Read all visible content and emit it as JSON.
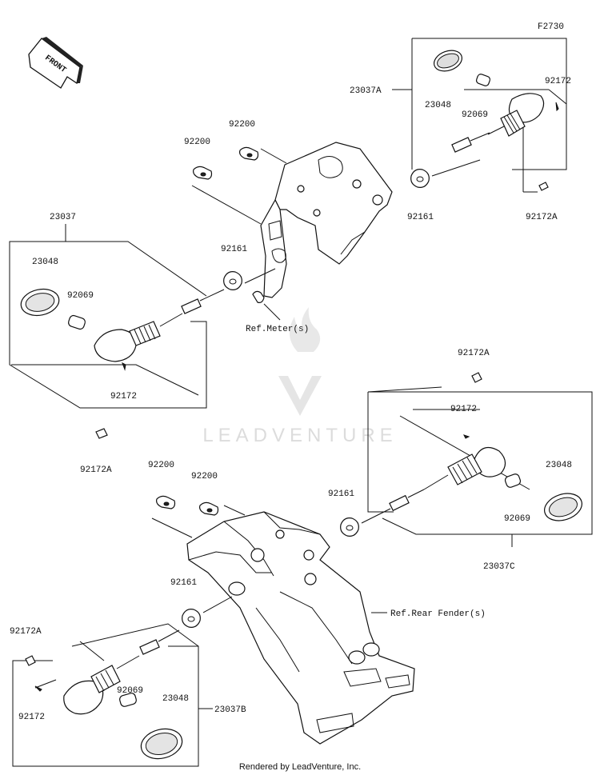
{
  "figure_code": "F2730",
  "front_label": "FRONT",
  "watermark": "LEADVENTURE",
  "footer": "Rendered by LeadVenture, Inc.",
  "references": {
    "meter": "Ref.Meter(s)",
    "rear_fender": "Ref.Rear Fender(s)"
  },
  "parts": {
    "top_right": {
      "assembly": "23037A",
      "lens": "23048",
      "bulb": "92069",
      "screw": "92172",
      "bolt": "92172A",
      "grommet": "92161"
    },
    "top_bracket": {
      "collar_left": "92200",
      "collar_right": "92200",
      "grommet": "92161"
    },
    "top_left": {
      "assembly": "23037",
      "lens": "23048",
      "bulb": "92069",
      "screw": "92172",
      "bolt": "92172A"
    },
    "bottom_right": {
      "assembly": "23037C",
      "lens": "23048",
      "bulb": "92069",
      "screw": "92172",
      "bolt": "92172A",
      "grommet": "92161"
    },
    "bottom_bracket": {
      "collar_left": "92200",
      "collar_right": "92200",
      "grommet": "92161"
    },
    "bottom_left": {
      "assembly": "23037B",
      "lens": "23048",
      "bulb": "92069",
      "screw": "92172",
      "bolt": "92172A"
    }
  }
}
